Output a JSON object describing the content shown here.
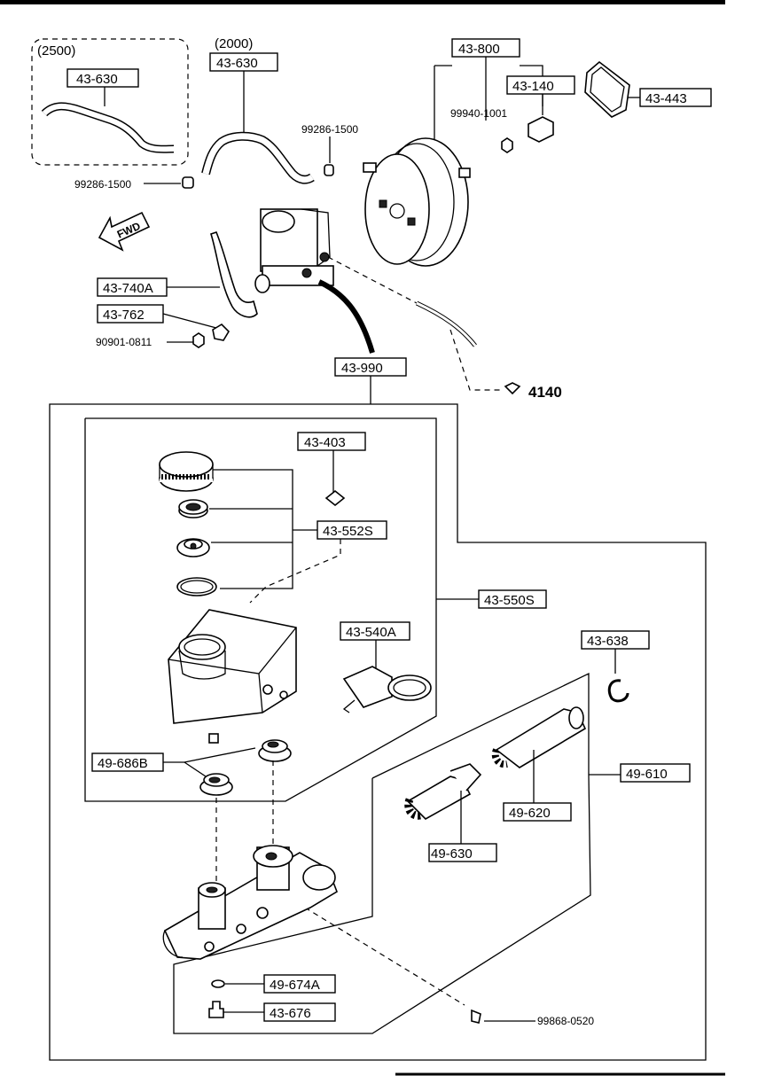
{
  "variant_labels": {
    "v2500": "(2500)",
    "v2000": "(2000)"
  },
  "parts": {
    "p43630a": "43-630",
    "p43630b": "43-630",
    "p43800": "43-800",
    "p43140": "43-140",
    "p43443": "43-443",
    "p43740a": "43-740A",
    "p43762": "43-762",
    "p43990": "43-990",
    "p43403": "43-403",
    "p43552s": "43-552S",
    "p43550s": "43-550S",
    "p43540a": "43-540A",
    "p43638": "43-638",
    "p49610": "49-610",
    "p49620": "49-620",
    "p49630": "49-630",
    "p49686b": "49-686B",
    "p49674a": "49-674A",
    "p43676": "43-676"
  },
  "fasteners": {
    "f99286a": "99286-1500",
    "f99286b": "99286-1500",
    "f99940": "99940-1001",
    "f90901": "90901-0811",
    "f99868": "99868-0520"
  },
  "reference": {
    "ref4140": "4140",
    "fwd": "FWD"
  }
}
